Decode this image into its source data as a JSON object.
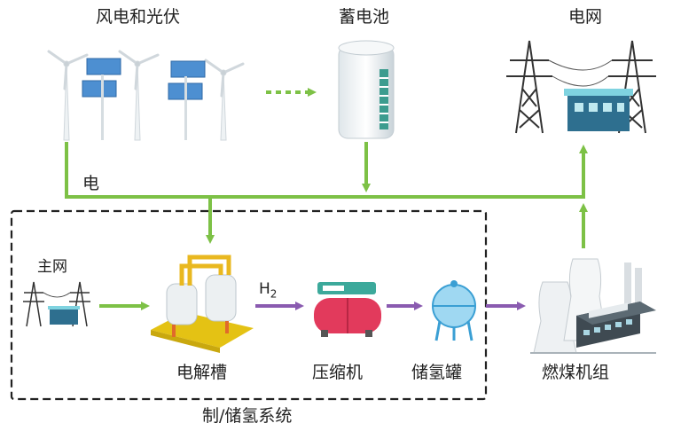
{
  "labels": {
    "renewables": "风电和光伏",
    "battery": "蓄电池",
    "grid": "电网",
    "electricity": "电",
    "main_grid": "主网",
    "hydrogen": "H",
    "hydrogen_sub": "2",
    "electrolyzer": "电解槽",
    "compressor": "压缩机",
    "storage_tank": "储氢罐",
    "coal_plant": "燃煤机组",
    "system_name": "制/储氢系统"
  },
  "colors": {
    "power_flow": "#7dc146",
    "hydrogen_flow": "#8a5bb0",
    "system_border": "#222222"
  }
}
